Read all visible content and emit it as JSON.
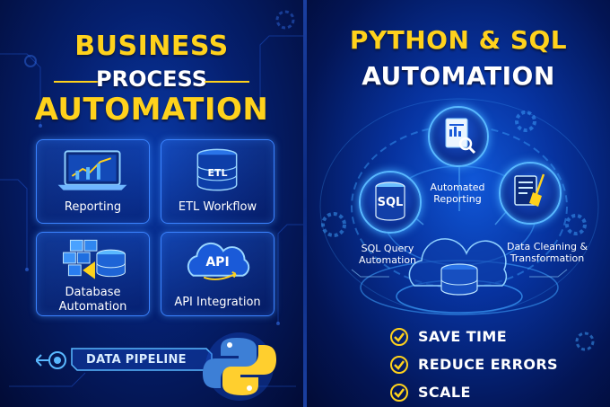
{
  "left": {
    "title_line1": "BUSINESS",
    "title_line2": "PROCESS",
    "title_line3": "AUTOMATION",
    "cards": [
      {
        "label": "Reporting",
        "icon": "laptop-chart-icon"
      },
      {
        "label": "ETL Workflow",
        "icon": "etl-database-icon"
      },
      {
        "label": "Database\nAutomation",
        "icon": "database-cubes-icon"
      },
      {
        "label": "API Integration",
        "icon": "api-cloud-icon"
      }
    ],
    "card_etl_text": "ETL",
    "card_api_text": "API",
    "pipeline_label": "DATA PIPELINE"
  },
  "right": {
    "title_line1": "PYTHON & SQL",
    "title_line2": "AUTOMATION",
    "sql_icon_text": "SQL",
    "nodes": [
      {
        "label_line1": "Automated",
        "label_line2": "Reporting"
      },
      {
        "label_line1": "SQL Query",
        "label_line2": "Automation"
      },
      {
        "label_line1": "Data Cleaning &",
        "label_line2": "Transformation"
      }
    ],
    "benefits": [
      "SAVE TIME",
      "REDUCE ERRORS",
      "SCALE"
    ]
  },
  "colors": {
    "accent_yellow": "#ffd21c",
    "glow_blue": "#3fa4ff",
    "background_navy": "#020b2e"
  }
}
